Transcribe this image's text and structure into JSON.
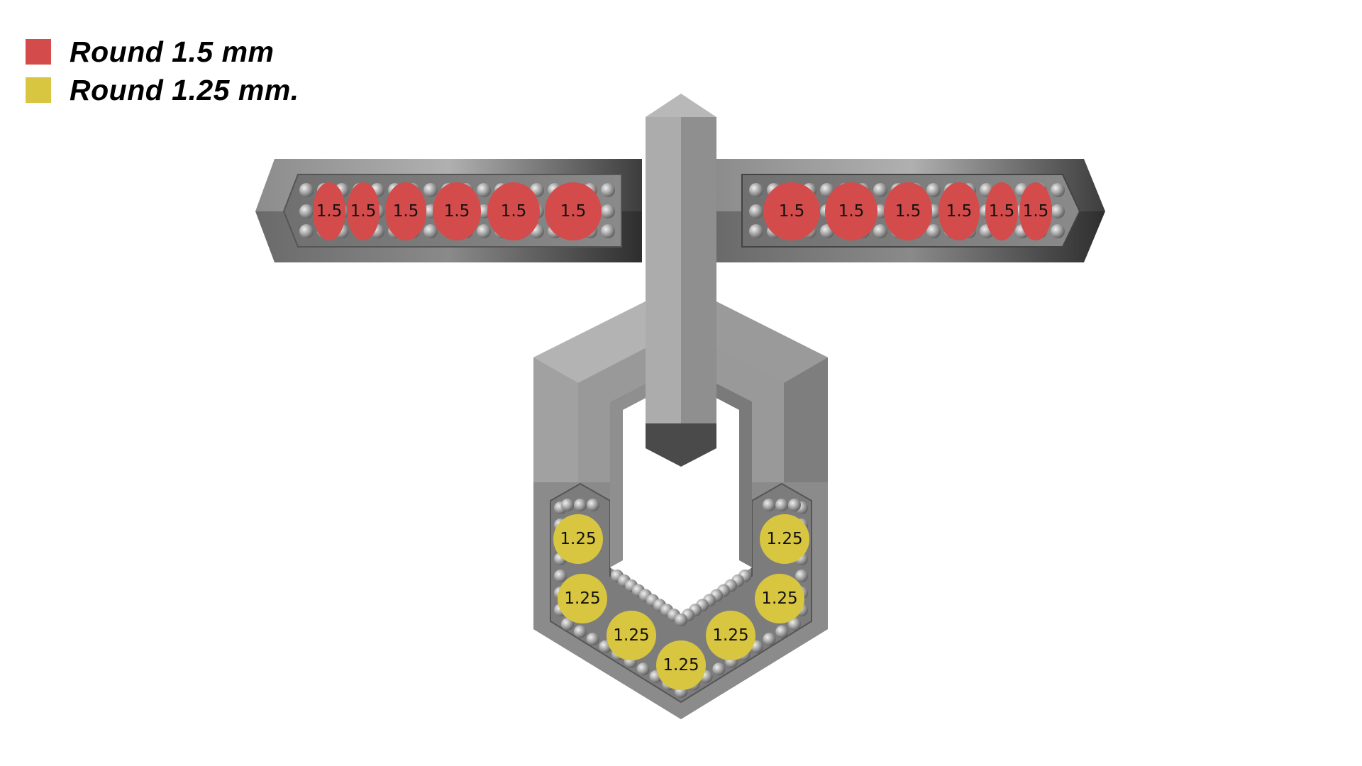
{
  "legend": {
    "items": [
      {
        "label": "Round 1.5 mm",
        "color": "#d44b4b"
      },
      {
        "label": "Round 1.25 mm.",
        "color": "#d8c640"
      }
    ]
  },
  "stones": {
    "large": {
      "label": "1.5",
      "color": "#d44b4b",
      "count": 12
    },
    "small": {
      "label": "1.25",
      "color": "#d8c640",
      "count": 7
    }
  }
}
